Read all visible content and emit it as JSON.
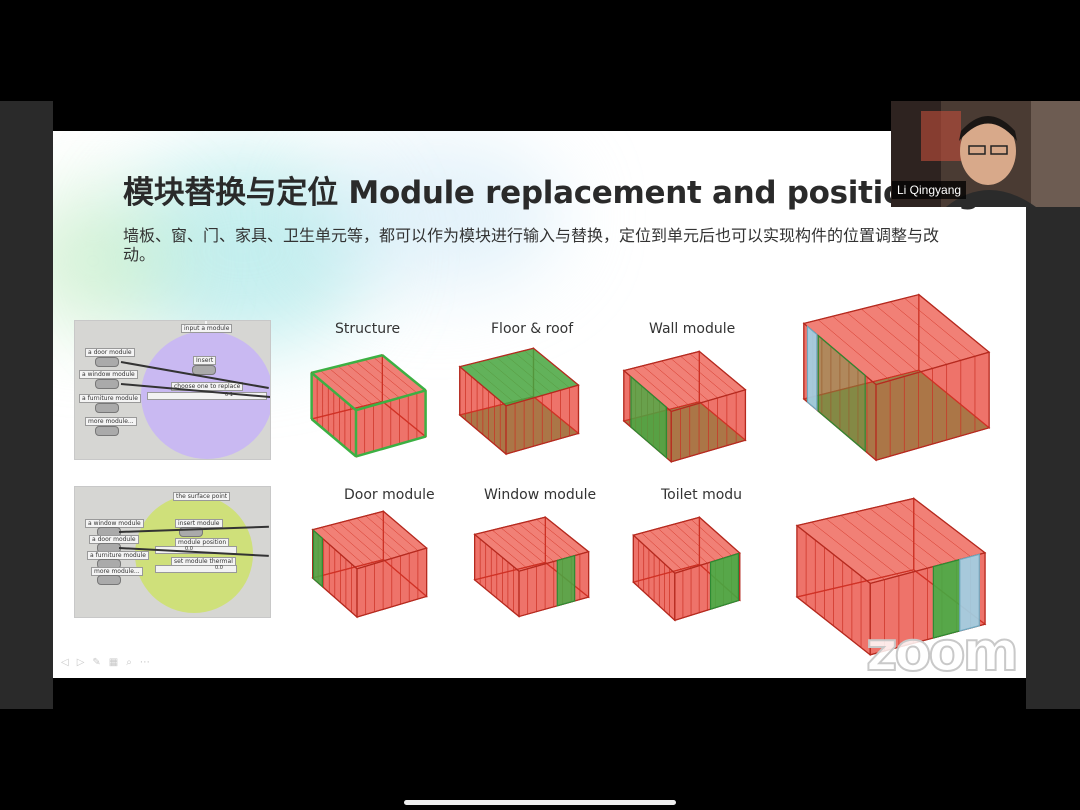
{
  "slide": {
    "title": "模块替换与定位 Module replacement and positioning",
    "description": "墙板、窗、门、家具、卫生单元等，都可以作为模块进行输入与替换，定位到单元后也可以实现构件的位置调整与改动。"
  },
  "gh_top": {
    "title_tag": "input a module",
    "left_items": [
      "a door module",
      "a window module",
      "a furniture module",
      "more module..."
    ],
    "insert_tag": "Insert",
    "choose_tag": "choose one to replace",
    "choose_value": "0 1"
  },
  "gh_bottom": {
    "title_tag": "the surface point",
    "left_items": [
      "a window module",
      "a door module",
      "a furniture module",
      "more module..."
    ],
    "insert_tag": "insert module",
    "position_tag": "module position",
    "position_value": "0.0",
    "rotate_tag": "set module thermal",
    "rotate_value": "0.0"
  },
  "modules": {
    "structure": "Structure",
    "floor_roof": "Floor & roof",
    "wall": "Wall module",
    "door": "Door module",
    "window": "Window module",
    "toilet": "Toilet modu"
  },
  "video": {
    "participant_name": "Li Qingyang",
    "watermark": "zoom"
  },
  "colors": {
    "module_red": "#e8392b",
    "module_green": "#3cb043",
    "module_glass": "#9fd3e8"
  }
}
